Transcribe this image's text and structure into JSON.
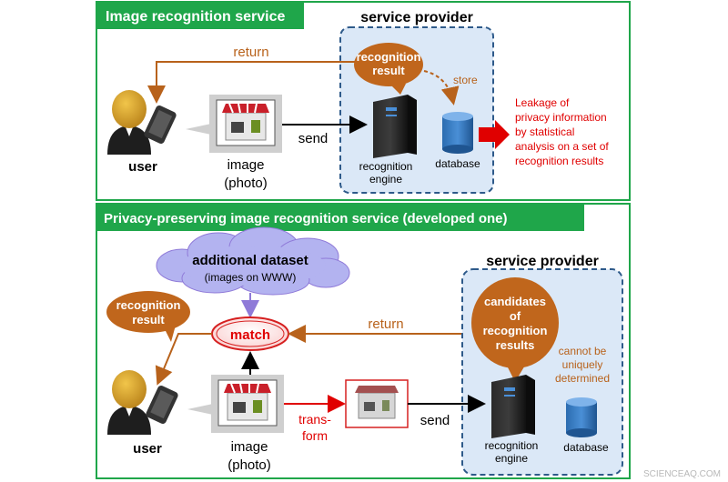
{
  "top": {
    "title": "Image recognition service",
    "provider_title": "service provider",
    "return_label": "return",
    "bubble_line1": "recognition",
    "bubble_line2": "result",
    "store_label": "store",
    "send_label": "send",
    "user_label": "user",
    "image_line1": "image",
    "image_line2": "(photo)",
    "engine_line1": "recognition",
    "engine_line2": "engine",
    "database_label": "database",
    "leak_lines": [
      "Leakage of",
      "privacy information",
      "by statistical",
      "analysis on a set of",
      "recognition results"
    ]
  },
  "bottom": {
    "title": "Privacy-preserving image recognition service (developed one)",
    "cloud_line1": "additional dataset",
    "cloud_line2": "(images on WWW)",
    "match_label": "match",
    "result_line1": "recognition",
    "result_line2": "result",
    "return_label": "return",
    "provider_title": "service provider",
    "candidates_lines": [
      "candidates",
      "of",
      "recognition",
      "results"
    ],
    "cannot_lines": [
      "cannot be",
      "uniquely",
      "determined"
    ],
    "transform_line1": "trans-",
    "transform_line2": "form",
    "send_label": "send",
    "user_label": "user",
    "image_line1": "image",
    "image_line2": "(photo)",
    "engine_line1": "recognition",
    "engine_line2": "engine",
    "database_label": "database"
  },
  "watermark": "SCIENCEAQ.COM",
  "colors": {
    "green": "#1fa64a",
    "orange_brown": "#b8621b",
    "red": "#e00000",
    "provider_fill": "#dbe8f7",
    "provider_border": "#2e5a8a",
    "cloud": "#b3b3f0"
  }
}
